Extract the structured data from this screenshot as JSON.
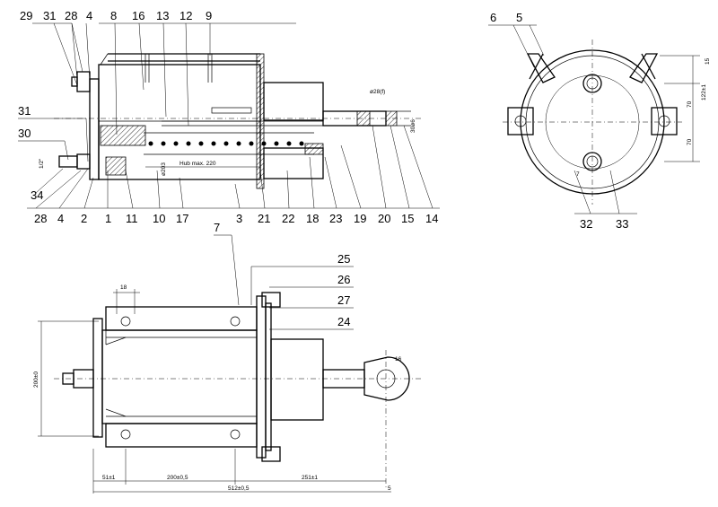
{
  "callouts": {
    "top": [
      "29",
      "31",
      "28",
      "4",
      "8",
      "16",
      "13",
      "12",
      "9"
    ],
    "left": [
      "31",
      "30",
      "34"
    ],
    "bottom": [
      "28",
      "4",
      "2",
      "1",
      "11",
      "10",
      "17",
      "3",
      "21",
      "22",
      "18",
      "23",
      "19",
      "20",
      "15",
      "14"
    ],
    "side_top": [
      "6",
      "5"
    ],
    "side_bottom": [
      "32",
      "33"
    ],
    "plan": [
      "7",
      "25",
      "26",
      "27",
      "24"
    ]
  },
  "dimensions": {
    "hub": "Hub max. 220",
    "d203": "ø203",
    "d28": "ø28(f)",
    "d30": "30ø6",
    "half_inch": "1/2\"",
    "dim18": "18",
    "dim200": "200±0",
    "dim51": "51±1",
    "dim200b": "200±0,5",
    "dim251": "251±1",
    "dim512": "512±0,5",
    "dim5": "5",
    "r16": "16",
    "dim15": "15",
    "dim122": "122±1",
    "dim70a": "70",
    "dim70b": "70",
    "dim7": "7"
  }
}
